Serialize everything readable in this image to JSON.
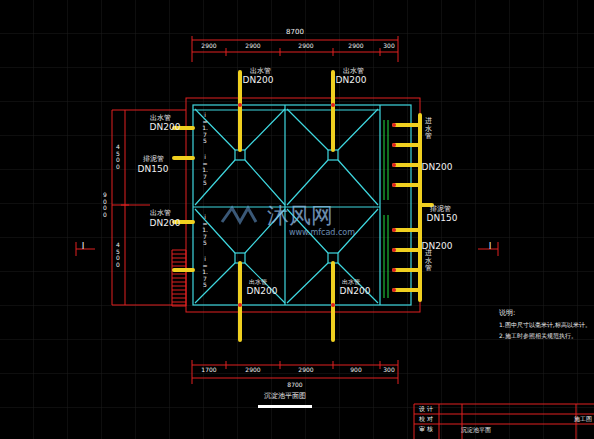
{
  "diagram": {
    "caption": "沉淀池平面图",
    "labels": [
      "8700",
      "2900",
      "2900",
      "2900",
      "2900",
      "300",
      "出水管",
      "DN200",
      "出水管",
      "DN200",
      "出水管",
      "DN200",
      "排泥管",
      "DN150",
      "出水管",
      "DN200",
      "i=1.75",
      "i=1.75",
      "i=1.75",
      "i=1.75",
      "进水管",
      "DN200",
      "排泥管",
      "DN150",
      "DN200",
      "进水管",
      "出水管",
      "DN200",
      "出水管",
      "DN200",
      "4500",
      "4500",
      "9000",
      "1700",
      "2900",
      "2900",
      "900",
      "300",
      "8700",
      "I",
      "I",
      "说明:",
      "1.图中尺寸以毫米计,标高以米计。",
      "2.施工时参照相关规范执行。",
      "设 计",
      "校 对",
      "审 核",
      "沉淀池平面",
      "施工图",
      "沐风网",
      "www.mfcad.com"
    ]
  }
}
